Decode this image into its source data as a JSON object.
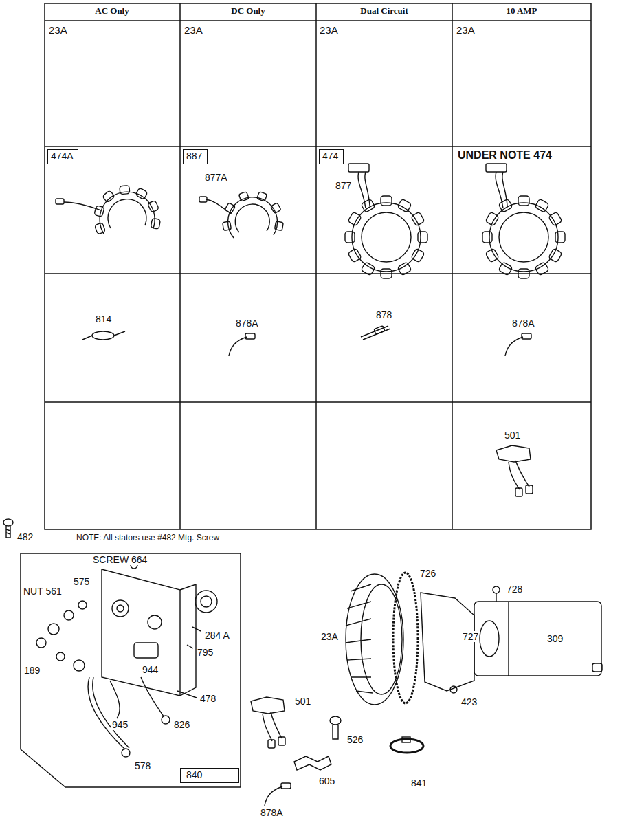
{
  "diagram": {
    "nodes": [
      {
        "text": [
          "474A"
        ]
      },
      {
        "text": [
          "887"
        ]
      },
      {
        "text": [
          "474"
        ]
      },
      {
        "text": [
          "840"
        ]
      }
    ],
    "labels": [
      "AC Only",
      "DC Only",
      "Dual Circuit",
      "10 AMP",
      "23A",
      "23A",
      "23A",
      "23A",
      "UNDER NOTE 474",
      "877A",
      "877",
      "814",
      "878A",
      "878",
      "878A",
      "501",
      "482",
      "NOTE: All stators use #482 Mtg. Screw",
      "SCREW 664",
      "575",
      "NUT 561",
      "284 A",
      "795",
      "944",
      "478",
      "189",
      "945",
      "826",
      "578",
      "726",
      "728",
      "23A",
      "727",
      "309",
      "423",
      "501",
      "526",
      "605",
      "841",
      "878A"
    ]
  }
}
